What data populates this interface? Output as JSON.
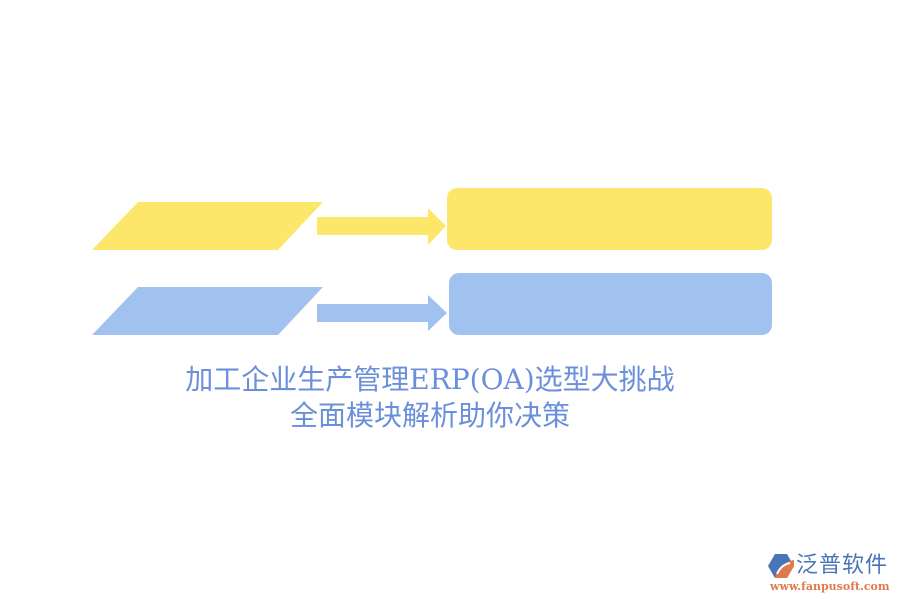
{
  "diagram": {
    "rows": [
      {
        "id": "row-yellow",
        "color": "#fde76b",
        "input_label": "",
        "output_label": ""
      },
      {
        "id": "row-blue",
        "color": "#a1c1ee",
        "input_label": "",
        "output_label": ""
      }
    ]
  },
  "title": {
    "line1": "加工企业生产管理ERP(OA)选型大挑战",
    "line2": "全面模块解析助你决策",
    "color": "#6b8fdb"
  },
  "logo": {
    "name": "泛普软件",
    "url": "www.fanpusoft.com",
    "colors": {
      "mark_blue": "#4a74b8",
      "mark_orange": "#e07a4a"
    }
  }
}
